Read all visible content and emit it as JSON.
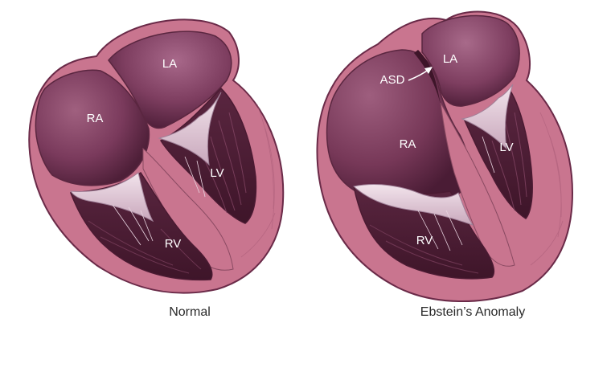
{
  "figure": {
    "normal": {
      "caption": "Normal",
      "labels": {
        "ra": "RA",
        "la": "LA",
        "lv": "LV",
        "rv": "RV"
      }
    },
    "ebstein": {
      "caption": "Ebstein’s Anomaly",
      "labels": {
        "ra": "RA",
        "la": "LA",
        "lv": "LV",
        "rv": "RV",
        "asd": "ASD"
      }
    }
  },
  "colors": {
    "wall": "#c9758f",
    "wall_edge": "#6a2a48",
    "chamber": "#7a3a5c",
    "chamber_light": "#9a5a7c",
    "chamber_dark": "#4e1f38",
    "valve": "#e8d4e0"
  }
}
